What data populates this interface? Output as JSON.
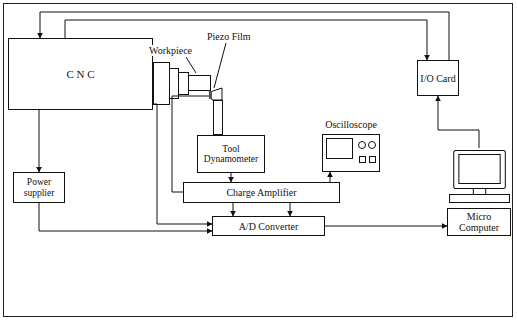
{
  "diagram": {
    "nodes": [
      {
        "text": [
          "C N C"
        ]
      },
      {
        "text": [
          "Tool Dynamometer"
        ]
      },
      {
        "text": [
          "Charge Amplifier"
        ]
      },
      {
        "text": [
          "Oscilloscope"
        ]
      },
      {
        "text": [
          "I/O Card"
        ]
      },
      {
        "text": [
          "Power supplier"
        ]
      },
      {
        "text": [
          "A/D Converter"
        ]
      },
      {
        "text": [
          "Micro Computer"
        ]
      }
    ],
    "edges": [
      {
        "from": 4,
        "to": 0,
        "arrow": "to"
      },
      {
        "from": 0,
        "to": 4,
        "arrow": "to"
      },
      {
        "from": 7,
        "to": 4,
        "arrow": "to"
      },
      {
        "from": 1,
        "to": 2,
        "arrow": "to"
      },
      {
        "from": 0,
        "to": 6,
        "arrow": "to"
      },
      {
        "from": 0,
        "to": 5,
        "arrow": "to"
      },
      {
        "from": 5,
        "to": 6,
        "arrow": "to"
      },
      {
        "from": 2,
        "to": 6,
        "arrow": "to"
      },
      {
        "from": 2,
        "to": 6,
        "arrow": "to"
      },
      {
        "from": 2,
        "to": 3,
        "arrow": "to"
      },
      {
        "from": 6,
        "to": 7,
        "arrow": "to"
      }
    ],
    "labels": [
      "Workpiece",
      "Piezo Film"
    ]
  }
}
